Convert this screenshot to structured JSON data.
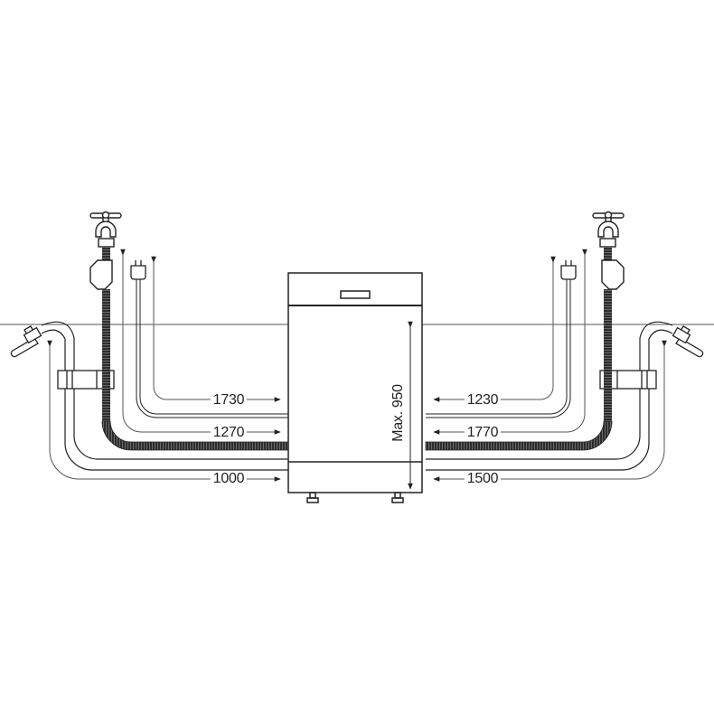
{
  "diagram": {
    "title": "",
    "appliance": "dishwasher",
    "height_label": "Max. 950",
    "left": {
      "power_cable_length": "1730",
      "inlet_hose_length": "1270",
      "drain_hose_length": "1000"
    },
    "right": {
      "power_cable_length": "1230",
      "inlet_hose_length": "1770",
      "drain_hose_length": "1500"
    }
  },
  "colors": {
    "line": "#222222",
    "thin_line": "#555555",
    "hose_fill": "#3a3a3a",
    "background": "#ffffff"
  }
}
